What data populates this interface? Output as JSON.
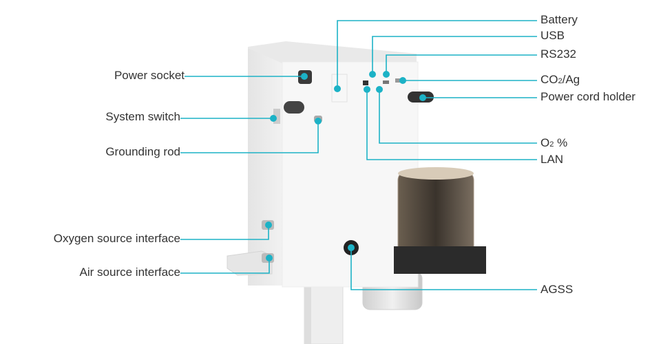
{
  "title": "Device rear panel interfaces",
  "accent_color": "#1cb2c6",
  "labels_right": [
    {
      "id": "battery",
      "text": "Battery"
    },
    {
      "id": "usb",
      "text": "USB"
    },
    {
      "id": "rs232",
      "text": "RS232"
    },
    {
      "id": "co2",
      "text_main": "CO",
      "text_sub": "2",
      "text_tail": "/Ag"
    },
    {
      "id": "power-cord-holder",
      "text": "Power cord holder"
    },
    {
      "id": "o2",
      "text_main": "O",
      "text_sub": "2",
      "text_tail": " %"
    },
    {
      "id": "lan",
      "text": "LAN"
    },
    {
      "id": "agss",
      "text": "AGSS"
    }
  ],
  "labels_left": [
    {
      "id": "power-socket",
      "text": "Power socket"
    },
    {
      "id": "system-switch",
      "text": "System switch"
    },
    {
      "id": "grounding-rod",
      "text": "Grounding rod"
    },
    {
      "id": "oxygen-source",
      "text": "Oxygen source interface"
    },
    {
      "id": "air-source",
      "text": "Air source interface"
    }
  ]
}
